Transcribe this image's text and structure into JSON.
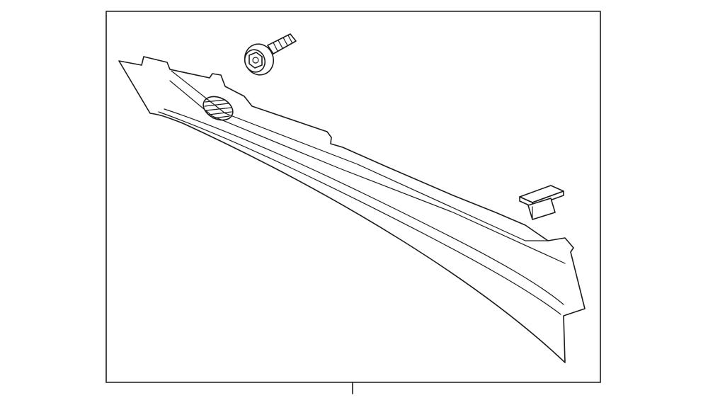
{
  "diagram": {
    "background_color": "#ffffff",
    "line_color": "#1a1a1a",
    "parts": [
      {
        "name": "trim-panel"
      },
      {
        "name": "screw"
      },
      {
        "name": "retainer-clip"
      }
    ]
  }
}
